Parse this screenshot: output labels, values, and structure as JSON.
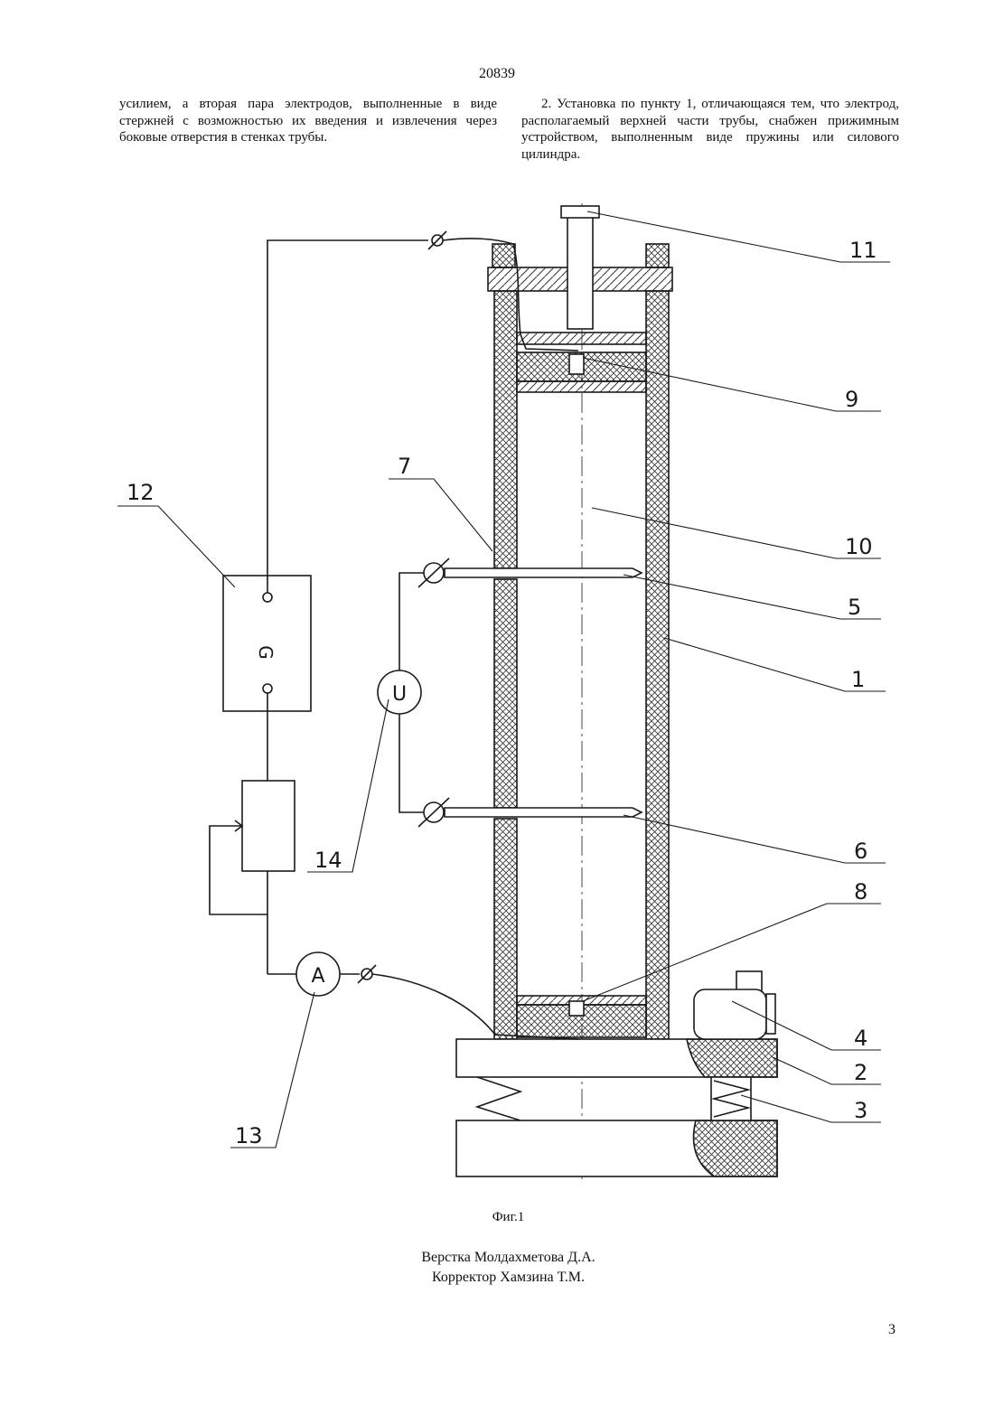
{
  "header": {
    "patent_number": "20839"
  },
  "text": {
    "left_column": "усилием, а вторая пара электродов, выполненные в виде стержней с возможностью их введения и извлечения через боковые отверстия в стенках трубы.",
    "right_column": "2. Установка по пункту 1, отличающаяся тем, что электрод, располагаемый верхней части трубы, снабжен прижимным устройством, выполненным виде пружины или силового цилиндра."
  },
  "figure": {
    "labels": {
      "l1": "1",
      "l2": "2",
      "l3": "3",
      "l4": "4",
      "l5": "5",
      "l6": "6",
      "l7": "7",
      "l8": "8",
      "l9": "9",
      "l10": "10",
      "l11": "11",
      "l12": "12",
      "l13": "13",
      "l14": "14"
    },
    "meters": {
      "generator": "G",
      "voltmeter": "U",
      "ammeter": "A"
    },
    "caption": "Фиг.1"
  },
  "footer": {
    "layout_credit": "Верстка Молдахметова Д.А.",
    "proofreader_credit": "Корректор Хамзина Т.М.",
    "page_number": "3"
  }
}
